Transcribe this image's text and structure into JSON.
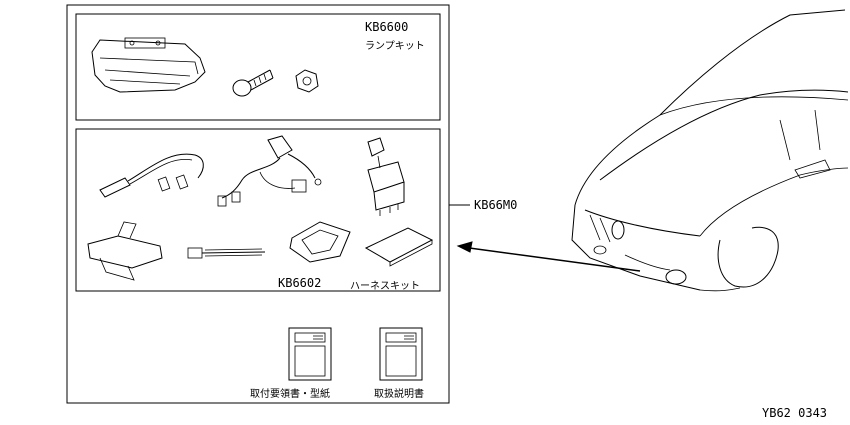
{
  "lamp_kit": {
    "code": "KB6600",
    "name": "ランプキット"
  },
  "harness_kit": {
    "code": "KB6602",
    "name": "ハーネスキット"
  },
  "assembly": {
    "code": "KB66M0"
  },
  "docs": {
    "install_manual": "取付要領書・型紙",
    "owner_manual": "取扱説明書"
  },
  "diagram_id": "YB62 0343"
}
